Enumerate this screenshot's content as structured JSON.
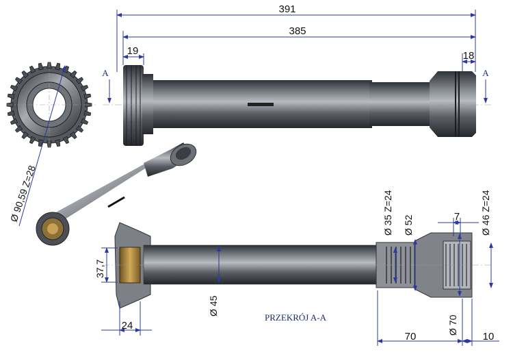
{
  "dimensions": {
    "total_length": "391",
    "inner_length": "385",
    "gear_width": "19",
    "end_width": "18",
    "gear_diameter": "Ø 90,59",
    "gear_teeth": "Z=28",
    "spline_small_diameter": "Ø 35",
    "spline_small_teeth": "Z=24",
    "bore_diameter": "Ø 52",
    "groove_width": "7",
    "spline_large_diameter": "Ø 46",
    "spline_large_teeth": "Z=24",
    "bushing_diameter": "37,7",
    "bushing_length": "24",
    "tube_diameter": "Ø 45",
    "end_outer_diameter": "Ø 70",
    "spline_length": "70",
    "end_length": "10"
  },
  "section_marks": {
    "left": "A",
    "right": "A",
    "caption": "PRZEKRÓJ A-A"
  },
  "colors": {
    "dimension_line": "#2b3a9c",
    "steel_dark": "#3c3f44",
    "steel_light": "#a9adb3",
    "bronze": "#b38a3c"
  }
}
